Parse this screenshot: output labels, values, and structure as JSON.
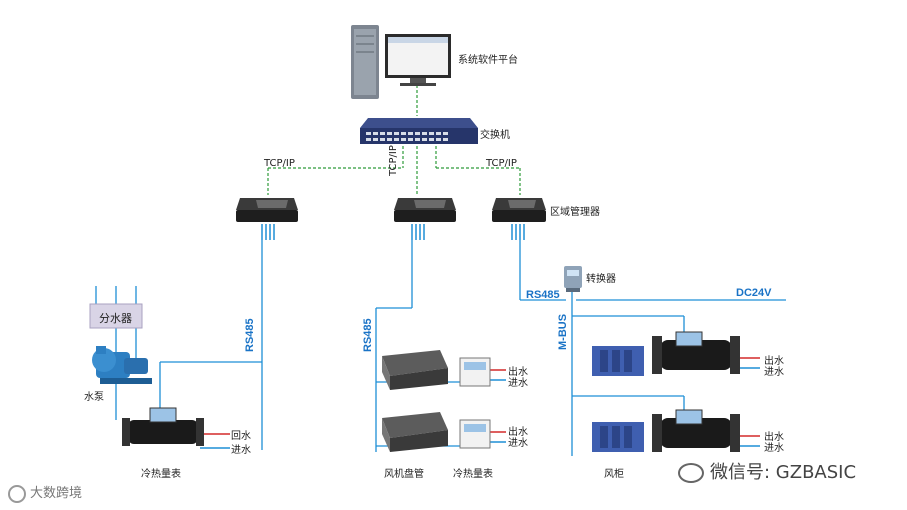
{
  "labels": {
    "platform": "系统软件平台",
    "switch": "交换机",
    "tcpip_left": "TCP/IP",
    "tcpip_mid": "TCP/IP",
    "tcpip_right": "TCP/IP",
    "zone_manager": "区域管理器",
    "converter": "转换器",
    "rs485_left": "RS485",
    "rs485_mid": "RS485",
    "rs485_right": "RS485",
    "mbus": "M-BUS",
    "dc24v": "DC24V",
    "distributor": "分水器",
    "pump": "水泵",
    "return_water": "回水",
    "inlet_water_1": "进水",
    "outlet_water_1": "出水",
    "inlet_water_2": "进水",
    "outlet_water_2": "出水",
    "inlet_water_3": "进水",
    "outlet_water_3": "出水",
    "inlet_water_4": "进水",
    "outlet_water_4": "出水",
    "inlet_water_5": "进水",
    "caption_meter_left": "冷热量表",
    "caption_fancoil": "风机盘管",
    "caption_meter_mid": "冷热量表",
    "caption_ahu": "风柜"
  },
  "watermarks": {
    "left": "大数跨境",
    "right": "微信号: GZBASIC"
  },
  "colors": {
    "bus_blue": "#1e8fd6",
    "network_green": "#2e9b3a",
    "pipe_red": "#d42a2a"
  }
}
